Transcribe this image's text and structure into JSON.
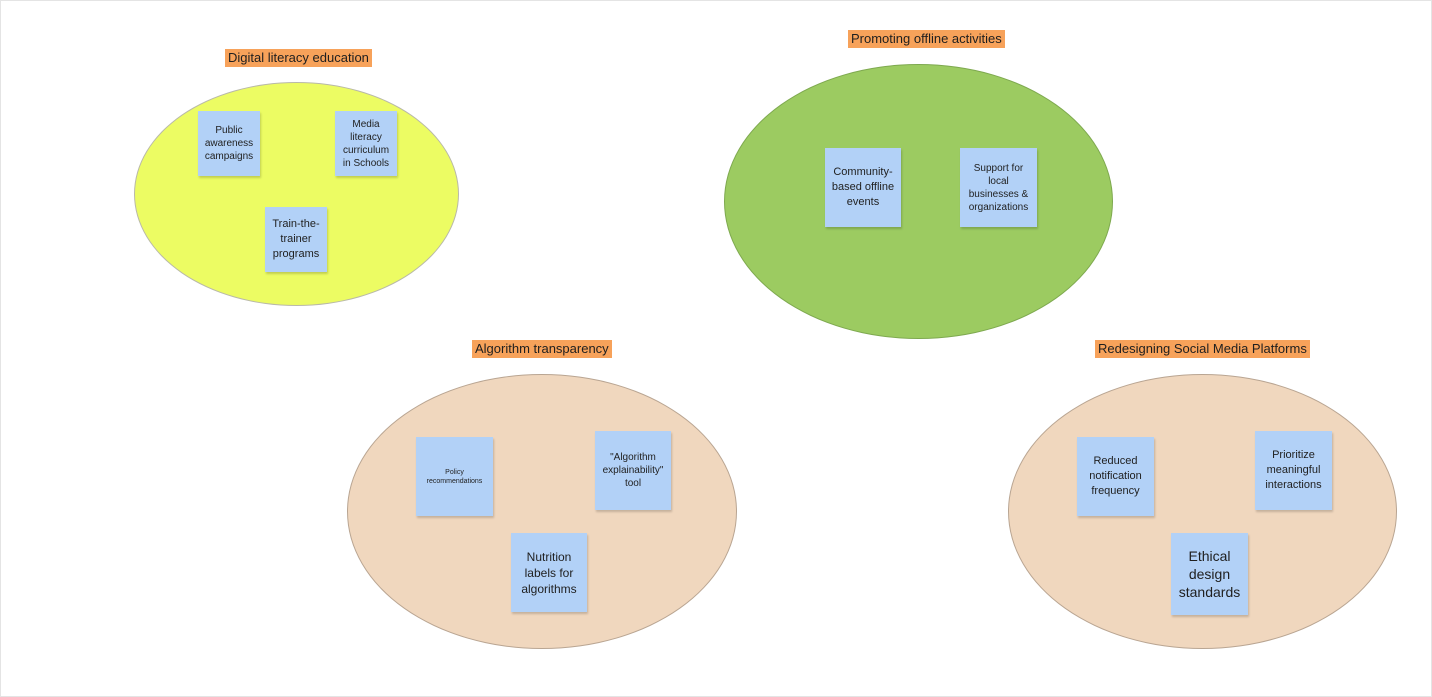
{
  "clusters": [
    {
      "title": "Digital literacy education",
      "notes": [
        "Public awareness campaigns",
        "Media literacy curriculum in Schools",
        "Train-the-trainer programs"
      ]
    },
    {
      "title": "Promoting offline activities",
      "notes": [
        "Community-based offline events",
        "Support for local businesses & organizations"
      ]
    },
    {
      "title": "Algorithm transparency",
      "notes": [
        "Policy recommendations",
        "\"Algorithm explainability\" tool",
        "Nutrition labels for algorithms"
      ]
    },
    {
      "title": "Redesigning Social Media Platforms",
      "notes": [
        "Reduced notification frequency",
        "Prioritize meaningful interactions",
        "Ethical design standards"
      ]
    }
  ],
  "colors": {
    "title_bg": "#f7a25a",
    "note_bg": "#b2d1f7",
    "ellipse_yellow": "#ecfc63",
    "ellipse_green": "#9ccb61",
    "ellipse_tan": "#f0d7be"
  }
}
